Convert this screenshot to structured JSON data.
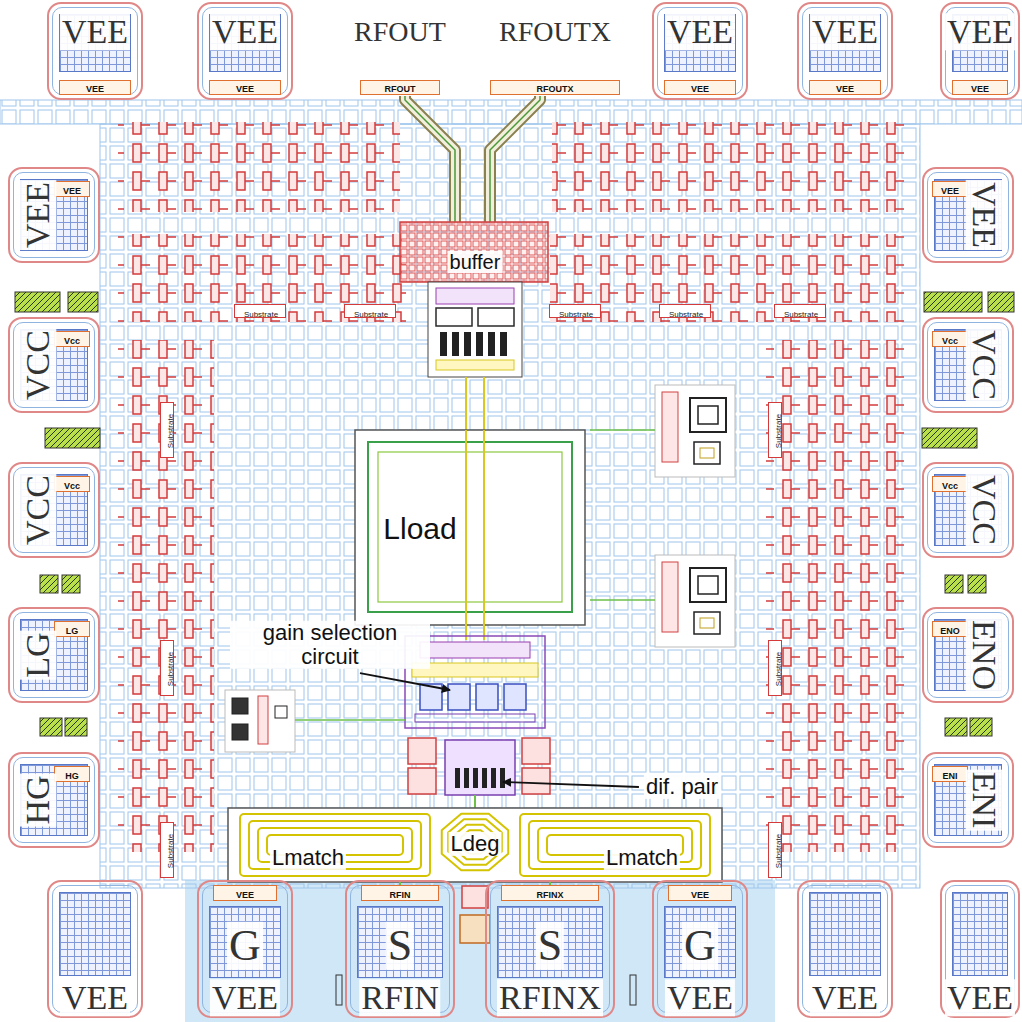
{
  "diagram": {
    "nodes": [
      {
        "text": [
          "VEE",
          "VEE"
        ]
      },
      {
        "text": [
          "VEE",
          "VEE"
        ]
      },
      {
        "text": [
          "RFOUT",
          "RFOUT"
        ]
      },
      {
        "text": [
          "RFOUTX",
          "RFOUTX"
        ]
      },
      {
        "text": [
          "VEE",
          "VEE"
        ]
      },
      {
        "text": [
          "VEE",
          "VEE"
        ]
      },
      {
        "text": [
          "VEE",
          "VEE"
        ]
      },
      {
        "text": [
          "VEE",
          "VEE"
        ]
      },
      {
        "text": [
          "VEE",
          "VEE"
        ]
      },
      {
        "text": [
          "Substrate"
        ]
      },
      {
        "text": [
          "Substrate"
        ]
      },
      {
        "text": [
          "Substrate"
        ]
      },
      {
        "text": [
          "Substrate"
        ]
      },
      {
        "text": [
          "Substrate"
        ]
      },
      {
        "text": [
          "VCC",
          "Vcc"
        ]
      },
      {
        "text": [
          "VCC",
          "Vcc"
        ]
      },
      {
        "text": [
          "Substrate"
        ]
      },
      {
        "text": [
          "Substrate"
        ]
      },
      {
        "text": [
          "Lload"
        ]
      },
      {
        "text": [
          "VCC",
          "Vcc"
        ]
      },
      {
        "text": [
          "VCC",
          "Vcc"
        ]
      },
      {
        "text": [
          "LG",
          "LG"
        ]
      },
      {
        "text": [
          "ENO",
          "ENO"
        ]
      },
      {
        "text": [
          "Substrate"
        ]
      },
      {
        "text": [
          "Substrate"
        ]
      },
      {
        "text": [
          "HG",
          "HG"
        ]
      },
      {
        "text": [
          "ENI",
          "ENI"
        ]
      },
      {
        "text": [
          "Lmatch",
          "Ldeg",
          "Lmatch"
        ]
      },
      {
        "text": [
          "Substrate"
        ]
      },
      {
        "text": [
          "Substrate"
        ]
      },
      {
        "text": [
          "VEE"
        ]
      },
      {
        "text": [
          "VEE",
          "G",
          "VEE"
        ]
      },
      {
        "text": [
          "RFIN",
          "S",
          "RFIN"
        ]
      },
      {
        "text": [
          "RFINX",
          "S",
          "RFINX"
        ]
      },
      {
        "text": [
          "VEE",
          "G",
          "VEE"
        ]
      },
      {
        "text": [
          "VEE"
        ]
      },
      {
        "text": [
          "VEE"
        ]
      }
    ],
    "labels": [
      "buffer",
      "gain selection circuit",
      "dif. pair"
    ]
  }
}
